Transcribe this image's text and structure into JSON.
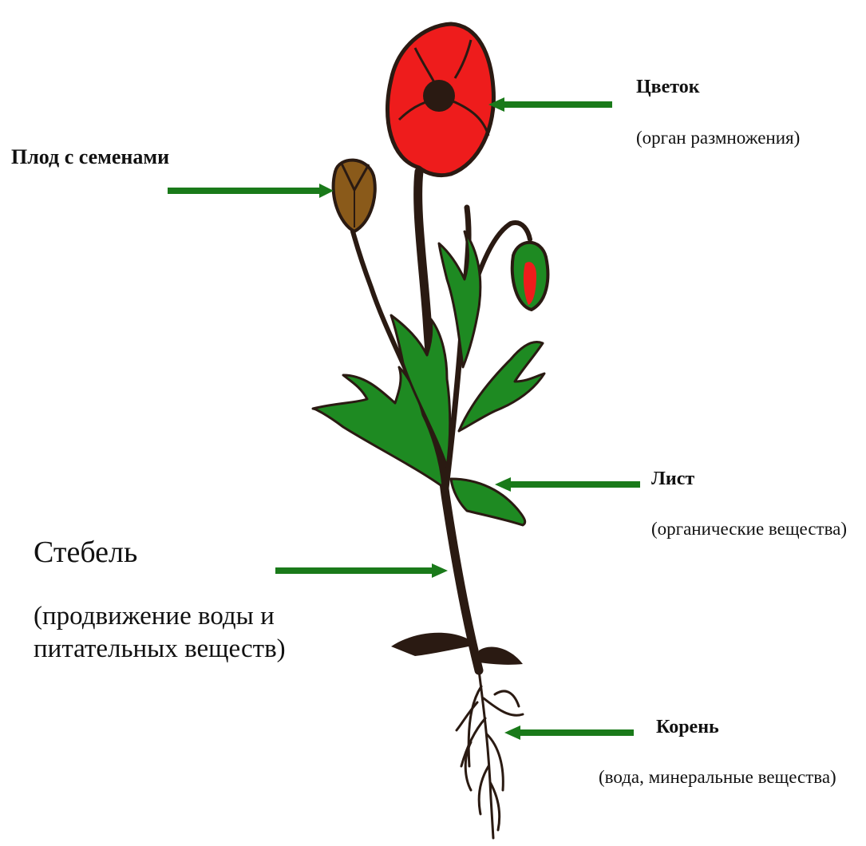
{
  "colors": {
    "arrow": "#1a7a1a",
    "petal": "#ee1c1c",
    "leaf": "#1e8a22",
    "stem": "#2a1a12",
    "seed_pod": "#8a5a1a"
  },
  "labels": {
    "flower": {
      "title": "Цветок",
      "subtitle": "(орган размножения)"
    },
    "fruit": {
      "title": "Плод с семенами"
    },
    "leaf": {
      "title": "Лист",
      "subtitle": "(органические вещества)"
    },
    "stem": {
      "title": "Стебель",
      "subtitle": "(продвижение воды и питательных веществ)"
    },
    "root": {
      "title": "Корень",
      "subtitle": "(вода, минеральные вещества)"
    }
  }
}
